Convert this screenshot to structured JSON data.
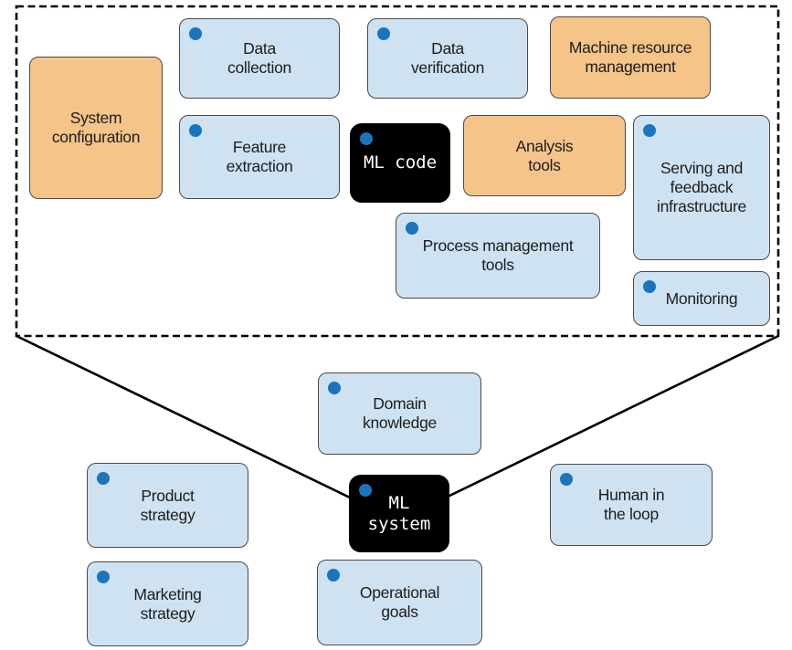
{
  "colors": {
    "blue_box_fill": "#cfe2f1",
    "orange_box_fill": "#f5c489",
    "code_box_fill": "#000000",
    "code_box_text": "#ffffff",
    "corner_dot": "#1b75bc",
    "box_border": "#4a4a4a",
    "boundary_and_lines": "#000000"
  },
  "infrastructure": {
    "boxes": [
      {
        "id": "system-configuration",
        "label": "System\nconfiguration",
        "style": "orange",
        "has_dot": false
      },
      {
        "id": "data-collection",
        "label": "Data\ncollection",
        "style": "blue",
        "has_dot": true
      },
      {
        "id": "data-verification",
        "label": "Data\nverification",
        "style": "blue",
        "has_dot": true
      },
      {
        "id": "machine-resource-management",
        "label": "Machine resource\nmanagement",
        "style": "orange",
        "has_dot": false
      },
      {
        "id": "feature-extraction",
        "label": "Feature\nextraction",
        "style": "blue",
        "has_dot": true
      },
      {
        "id": "ml-code",
        "label": "ML code",
        "style": "code",
        "has_dot": true
      },
      {
        "id": "analysis-tools",
        "label": "Analysis\ntools",
        "style": "orange",
        "has_dot": false
      },
      {
        "id": "serving-and-feedback-infrastructure",
        "label": "Serving and\nfeedback\ninfrastructure",
        "style": "blue",
        "has_dot": true
      },
      {
        "id": "process-management-tools",
        "label": "Process management\ntools",
        "style": "blue",
        "has_dot": true
      },
      {
        "id": "monitoring",
        "label": "Monitoring",
        "style": "blue",
        "has_dot": true
      }
    ]
  },
  "context": {
    "boxes": [
      {
        "id": "domain-knowledge",
        "label": "Domain\nknowledge",
        "style": "blue",
        "has_dot": true
      },
      {
        "id": "product-strategy",
        "label": "Product\nstrategy",
        "style": "blue",
        "has_dot": true
      },
      {
        "id": "ml-system",
        "label": "ML system",
        "style": "code",
        "has_dot": true
      },
      {
        "id": "human-in-the-loop",
        "label": "Human in\nthe loop",
        "style": "blue",
        "has_dot": true
      },
      {
        "id": "marketing-strategy",
        "label": "Marketing\nstrategy",
        "style": "blue",
        "has_dot": true
      },
      {
        "id": "operational-goals",
        "label": "Operational\ngoals",
        "style": "blue",
        "has_dot": true
      }
    ]
  }
}
